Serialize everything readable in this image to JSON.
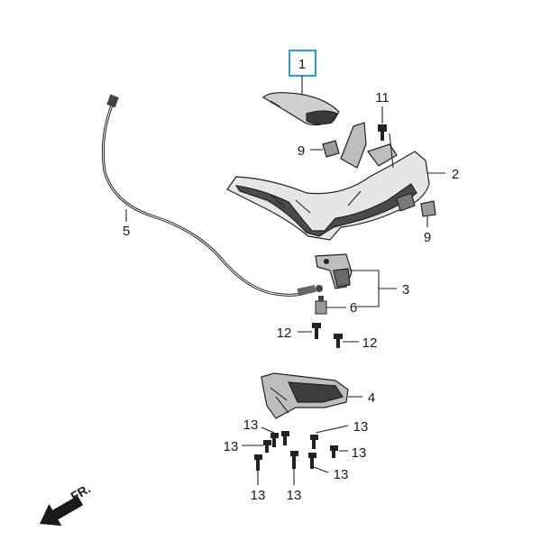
{
  "diagram": {
    "callouts": {
      "p1": "1",
      "p2": "2",
      "p3": "3",
      "p4": "4",
      "p5": "5",
      "p6": "6",
      "p9a": "9",
      "p9b": "9",
      "p11": "11",
      "p12a": "12",
      "p12b": "12",
      "p13a": "13",
      "p13b": "13",
      "p13c": "13",
      "p13d": "13",
      "p13e": "13",
      "p13f": "13",
      "p13g": "13"
    },
    "direction_label": "FR.",
    "highlight_color": "#2a9fd6"
  }
}
